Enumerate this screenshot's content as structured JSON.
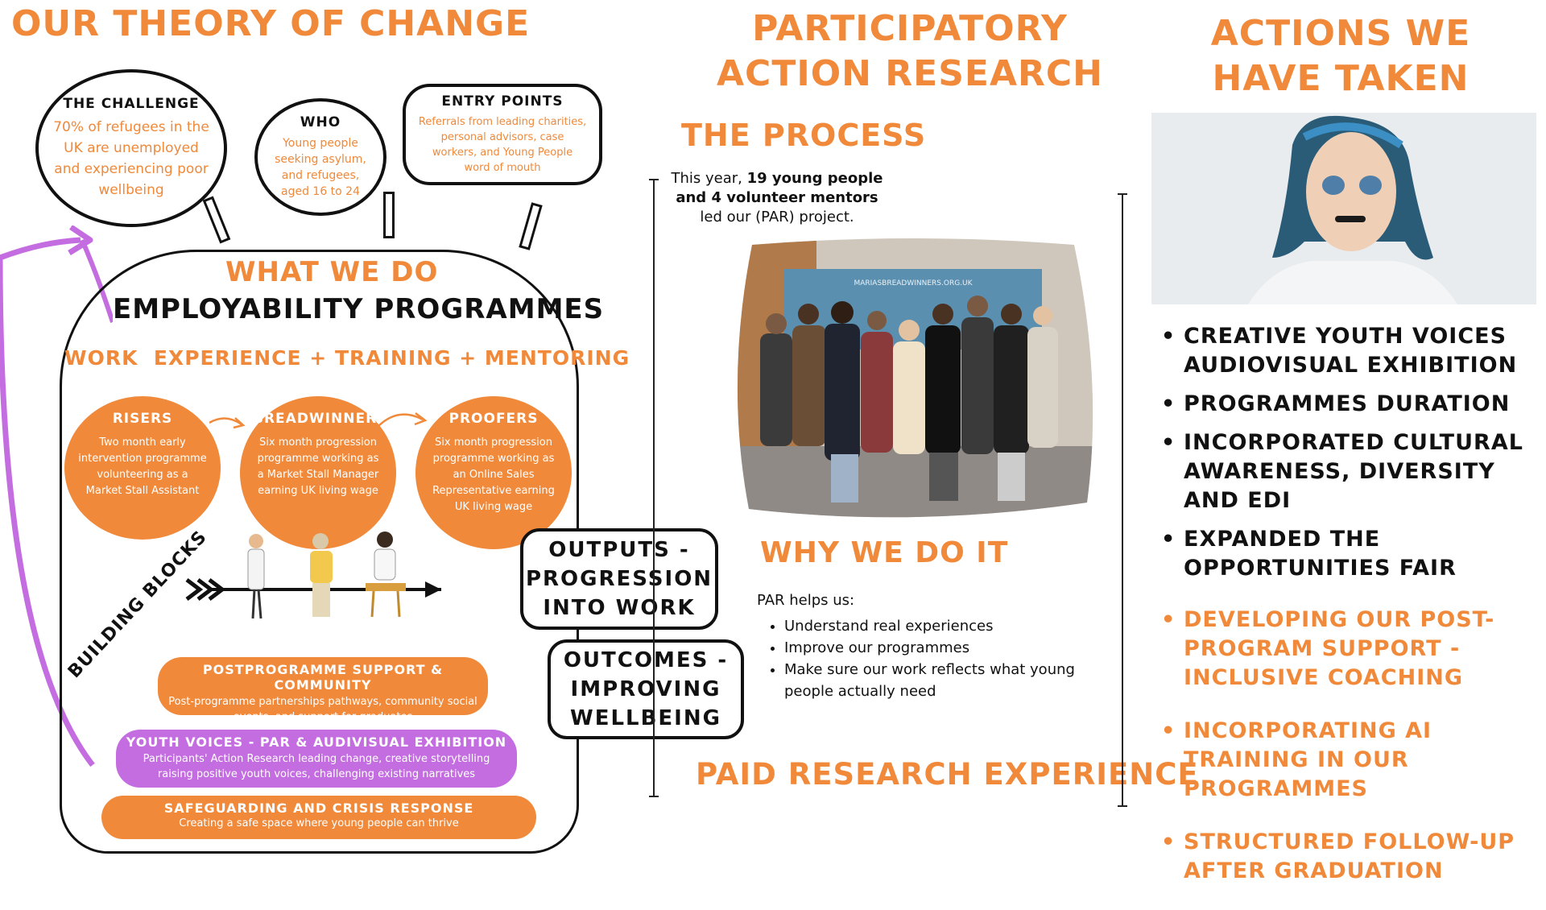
{
  "toc": {
    "title": "OUR THEORY OF CHANGE",
    "challenge": {
      "title": "THE CHALLENGE",
      "body": "70% of refugees in the UK are unemployed and experiencing poor wellbeing"
    },
    "who": {
      "title": "WHO",
      "body": "Young people seeking asylum, and refugees, aged 16 to 24"
    },
    "entry": {
      "title": "ENTRY POINTS",
      "body": "Referrals from leading charities, personal advisors, case workers, and Young People word of mouth"
    },
    "what_we_do": "WHAT WE DO",
    "programmes_title": "EMPLOYABILITY PROGRAMMES",
    "subtitle": "WORK  EXPERIENCE + TRAINING + MENTORING",
    "programmes": [
      {
        "name": "RISERS",
        "desc": "Two month early intervention programme volunteering as a Market Stall Assistant"
      },
      {
        "name": "BREADWINNERS",
        "desc": "Six month progression programme working as a Market Stall Manager earning UK living wage"
      },
      {
        "name": "PROOFERS",
        "desc": "Six month progression programme working as an Online Sales Representative earning UK living wage"
      }
    ],
    "building_blocks": "BUILDING BLOCKS",
    "blocks": [
      {
        "title": "POSTPROGRAMME SUPPORT & COMMUNITY",
        "desc": "Post-programme partnerships pathways, community social events, and support for graduates"
      },
      {
        "title": "YOUTH VOICES - PAR & AUDIVISUAL EXHIBITION",
        "desc": "Participants' Action Research leading change, creative storytelling raising positive youth voices, challenging existing narratives"
      },
      {
        "title": "SAFEGUARDING AND CRISIS RESPONSE",
        "desc": "Creating a safe space where young people can thrive"
      }
    ],
    "outputs": "OUTPUTS - PROGRESSION INTO WORK",
    "outcomes": "OUTCOMES - IMPROVING WELLBEING"
  },
  "par": {
    "title": "PARTICIPATORY ACTION RESEARCH",
    "process_title": "THE PROCESS",
    "intro_pre": "This year, ",
    "intro_bold": "19 young people and 4 volunteer mentors",
    "intro_post": " led our (PAR) project.",
    "screen_text": "MARIASBREADWINNERS.ORG.UK",
    "why_title": "WHY WE DO IT",
    "why_intro": "PAR helps us:",
    "why_items": [
      "Understand real experiences",
      "Improve our programmes",
      "Make sure our work reflects what young people actually need"
    ],
    "paid": "PAID RESEARCH EXPERIENCE"
  },
  "actions": {
    "title": "ACTIONS WE HAVE TAKEN",
    "done": [
      "CREATIVE YOUTH VOICES AUDIOVISUAL EXHIBITION",
      "PROGRAMMES DURATION",
      "INCORPORATED CULTURAL AWARENESS, DIVERSITY AND EDI",
      "EXPANDED THE OPPORTUNITIES FAIR"
    ],
    "upcoming": [
      "DEVELOPING OUR POST-PROGRAM SUPPORT - INCLUSIVE COACHING",
      "INCORPORATING AI TRAINING IN OUR PROGRAMMES",
      "STRUCTURED FOLLOW-UP AFTER GRADUATION"
    ]
  },
  "colors": {
    "orange": "#f0893a",
    "purple": "#c46de0",
    "ink": "#111111"
  }
}
